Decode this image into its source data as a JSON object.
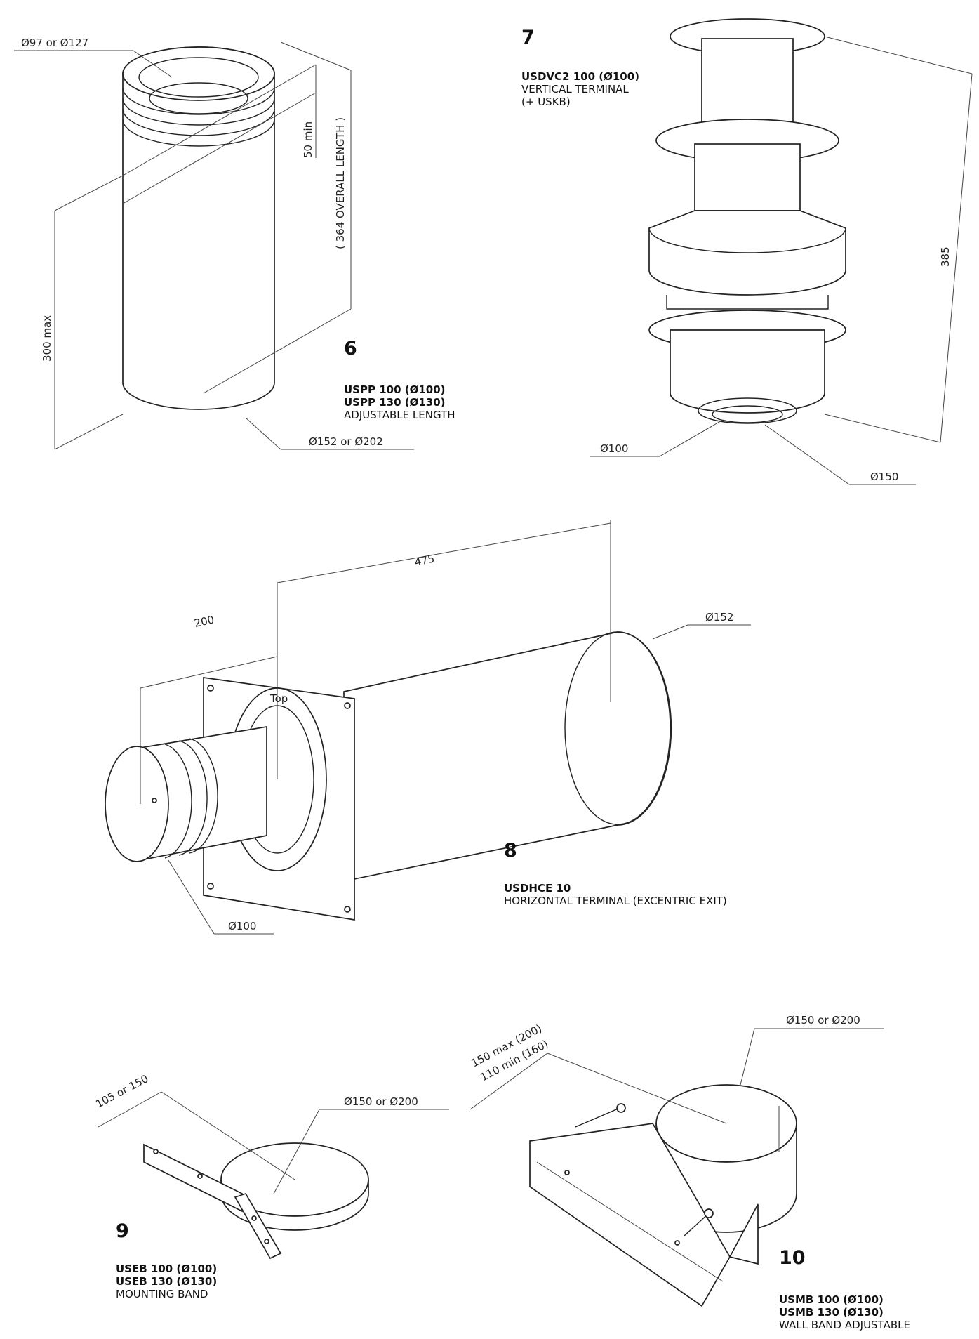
{
  "items": [
    {
      "number": "6",
      "codes": [
        "USPP 100 (Ø100)",
        "USPP 130 (Ø130)"
      ],
      "description": "ADJUSTABLE LENGTH",
      "dimensions": {
        "top_diameter": "Ø97 or Ø127",
        "bottom_diameter": "Ø152 or Ø202",
        "overall": "( 364 OVERALL LENGTH )",
        "min": "50 min",
        "max": "300 max"
      }
    },
    {
      "number": "7",
      "codes": [
        "USDVC2 100 (Ø100)"
      ],
      "description": "VERTICAL TERMINAL",
      "description2": "(+ USKB)",
      "dimensions": {
        "height": "385",
        "inner_diameter": "Ø100",
        "outer_diameter": "Ø150"
      }
    },
    {
      "number": "8",
      "codes": [
        "USDHCE 10"
      ],
      "description": "HORIZONTAL TERMINAL (EXCENTRIC EXIT)",
      "dimensions": {
        "total_length": "475",
        "inner_length": "200",
        "outer_diameter": "Ø152",
        "inner_diameter": "Ø100",
        "plate_text": "Top"
      }
    },
    {
      "number": "9",
      "codes": [
        "USEB 100 (Ø100)",
        "USEB 130 (Ø130)"
      ],
      "description": "MOUNTING BAND",
      "dimensions": {
        "offset": "105 or 150",
        "diameter": "Ø150 or Ø200"
      }
    },
    {
      "number": "10",
      "codes": [
        "USMB 100 (Ø100)",
        "USMB 130 (Ø130)"
      ],
      "description": "WALL BAND ADJUSTABLE",
      "dimensions": {
        "max": "150 max (200)",
        "min": "110 min (160)",
        "diameter": "Ø150 or Ø200"
      }
    }
  ]
}
